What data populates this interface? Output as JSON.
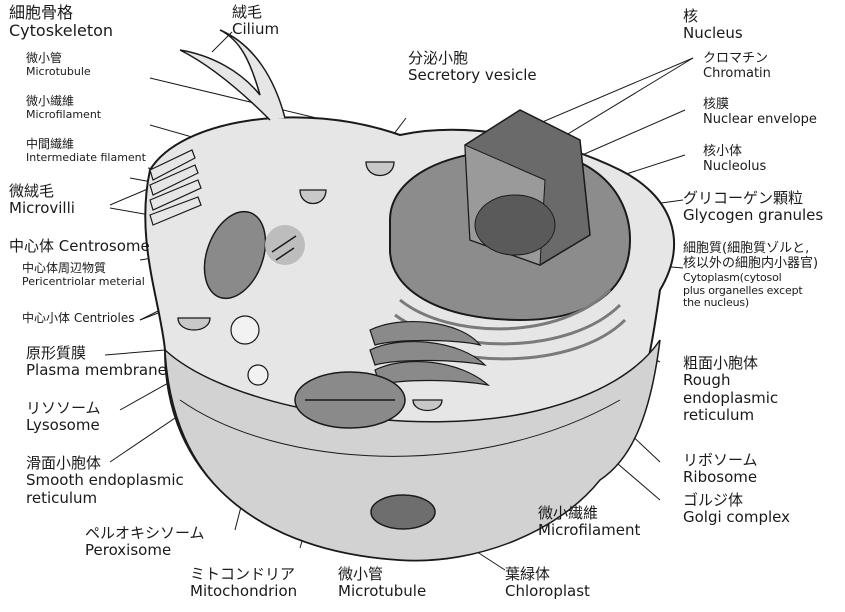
{
  "labels": {
    "cytoskeleton": {
      "ja": "細胞骨格",
      "en": "Cytoskeleton"
    },
    "cilium": {
      "ja": "絨毛",
      "en": "Cilium"
    },
    "microtubule_top": {
      "ja": "微小管",
      "en": "Microtubule"
    },
    "microfilament_top": {
      "ja": "微小繊維",
      "en": "Microfilament"
    },
    "intermediate": {
      "ja": "中間繊維",
      "en": "Intermediate filament"
    },
    "microvilli": {
      "ja": "微絨毛",
      "en": "Microvilli"
    },
    "centrosome": {
      "ja": "中心体 Centrosome"
    },
    "pericentriolar": {
      "ja": "中心体周辺物質",
      "en": "Pericentriolar meterial"
    },
    "centrioles": {
      "ja": "中心小体 Centrioles"
    },
    "plasma_membrane": {
      "ja": "原形質膜",
      "en": "Plasma membrane"
    },
    "lysosome": {
      "ja": "リソソーム",
      "en": "Lysosome"
    },
    "smooth_er": {
      "ja": "滑面小胞体",
      "en1": "Smooth endoplasmic",
      "en2": "reticulum"
    },
    "peroxisome": {
      "ja": "ペルオキシソーム",
      "en": "Peroxisome"
    },
    "mitochondrion": {
      "ja": "ミトコンドリア",
      "en": "Mitochondrion"
    },
    "microtubule_bottom": {
      "ja": "微小管",
      "en": "Microtubule"
    },
    "chloroplast": {
      "ja": "葉緑体",
      "en": "Chloroplast"
    },
    "microfilament_bottom": {
      "ja": "微小繊維",
      "en": "Microfilament"
    },
    "golgi": {
      "ja": "ゴルジ体",
      "en": "Golgi complex"
    },
    "ribosome": {
      "ja": "リボソーム",
      "en": "Ribosome"
    },
    "rough_er": {
      "ja": "粗面小胞体",
      "en1": "Rough",
      "en2": "endoplasmic",
      "en3": "reticulum"
    },
    "cytoplasm": {
      "ja1": "細胞質(細胞質ゾルと,",
      "ja2": "核以外の細胞内小器官)",
      "en1": "Cytoplasm(cytosol",
      "en2": "plus organelles except",
      "en3": "the nucleus)"
    },
    "glycogen": {
      "ja": "グリコーゲン顆粒",
      "en": "Glycogen granules"
    },
    "nucleolus": {
      "ja": "核小体",
      "en": "Nucleolus"
    },
    "nuclear_envelope": {
      "ja": "核膜",
      "en": "Nuclear envelope"
    },
    "chromatin": {
      "ja": "クロマチン",
      "en": "Chromatin"
    },
    "nucleus": {
      "ja": "核",
      "en": "Nucleus"
    },
    "secretory_vesicle": {
      "ja": "分泌小胞",
      "en": "Secretory vesicle"
    }
  },
  "colors": {
    "cytoplasm_fill": "#e6e6e6",
    "membrane_stroke": "#1a1a1a",
    "nucleus_dark": "#6a6a6a",
    "nucleus_mid": "#8c8c8c",
    "organelle_gray": "#9a9a9a",
    "lower_fill": "#d4d4d4"
  }
}
